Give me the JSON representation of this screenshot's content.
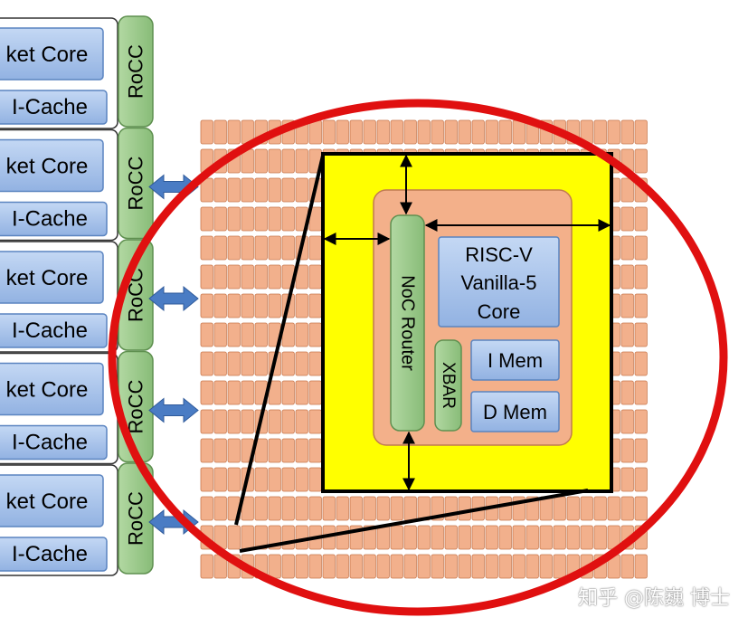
{
  "tiles": [
    {
      "core": "ket Core",
      "icache": "I-Cache",
      "rocc": "RoCC"
    },
    {
      "core": "ket Core",
      "icache": "I-Cache",
      "rocc": "RoCC"
    },
    {
      "core": "ket Core",
      "icache": "I-Cache",
      "rocc": "RoCC"
    },
    {
      "core": "ket Core",
      "icache": "I-Cache",
      "rocc": "RoCC"
    },
    {
      "core": "ket Core",
      "icache": "I-Cache",
      "rocc": "RoCC"
    }
  ],
  "tile_detail": {
    "router": "NoC Router",
    "core_lines": [
      "RISC-V",
      "Vanilla-5",
      "Core"
    ],
    "xbar": "XBAR",
    "imem": "I Mem",
    "dmem": "D Mem"
  },
  "watermark": "知乎 @陈巍 博士",
  "colors": {
    "grid_tile_fill": "#f2b08c",
    "grid_tile_stroke": "#c8784e",
    "core_box_fill": "#a8c4ec",
    "core_box_stroke": "#5a84c0",
    "rocc_fill": "#9cc88c",
    "rocc_stroke": "#5f9050",
    "highlight_fill": "#ffff00",
    "tile_fill": "#f3b08a",
    "ellipse_stroke": "#e01010",
    "arrow_fill": "#4a7cc4"
  }
}
